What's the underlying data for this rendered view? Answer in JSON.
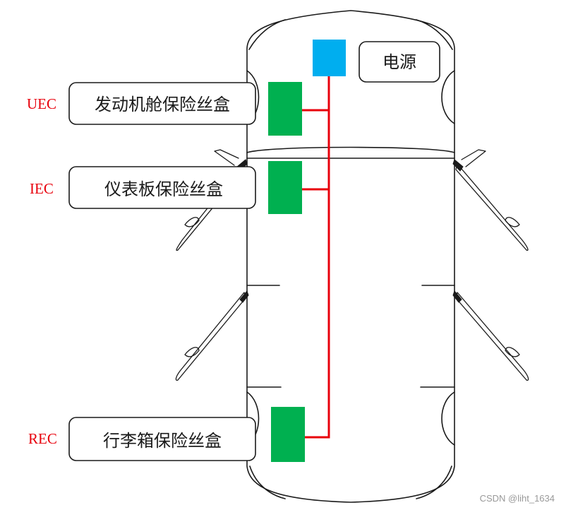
{
  "colors": {
    "power_block": "#00aeef",
    "fuse_block": "#00b050",
    "wire": "#e8000b",
    "code_label": "#e8000b",
    "outline": "#1a1a1a",
    "watermark": "#999999"
  },
  "power": {
    "label": "电源"
  },
  "fuse_boxes": [
    {
      "code": "UEC",
      "label": "发动机舱保险丝盒"
    },
    {
      "code": "IEC",
      "label": "仪表板保险丝盒"
    },
    {
      "code": "REC",
      "label": "行李箱保险丝盒"
    }
  ],
  "watermark": "CSDN @liht_1634"
}
